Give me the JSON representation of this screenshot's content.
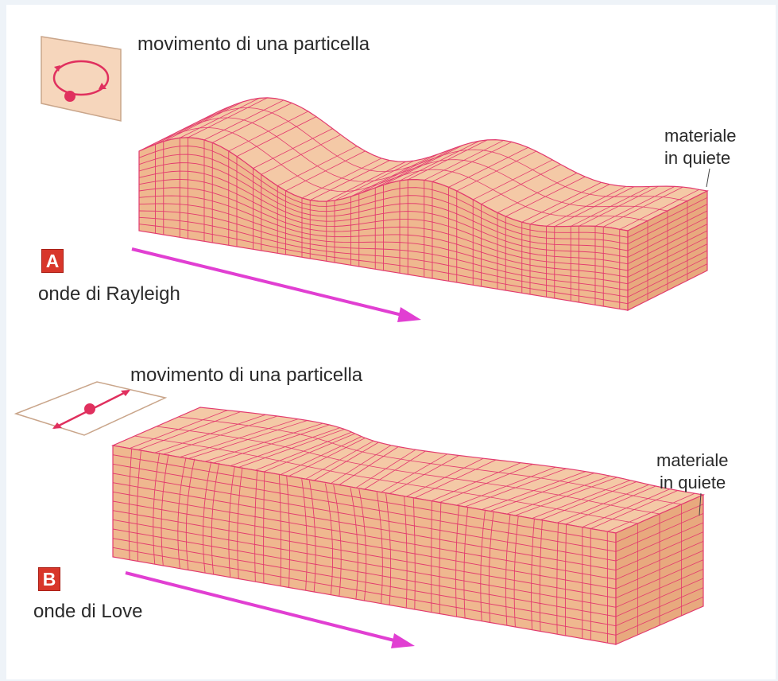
{
  "panels": [
    {
      "id": "A",
      "badge": "A",
      "wave_name": "onde di Rayleigh",
      "particle_label": "movimento di una particella",
      "rest_label_line1": "materiale",
      "rest_label_line2": "in quiete",
      "particle_motion": "elliptical",
      "particle_icon": "elliptical-orbit-icon"
    },
    {
      "id": "B",
      "badge": "B",
      "wave_name": "onde di Love",
      "particle_label": "movimento di una particella",
      "rest_label_line1": "materiale",
      "rest_label_line2": "in quiete",
      "particle_motion": "horizontal-transverse",
      "particle_icon": "side-to-side-arrows-icon"
    }
  ],
  "colors": {
    "block_fill": "#f4c9a6",
    "block_front": "#efb88f",
    "block_side": "#e8a97e",
    "grid_line": "#e23a6e",
    "arrow": "#e13fd2",
    "badge": "#d8362a",
    "background": "#ffffff"
  }
}
